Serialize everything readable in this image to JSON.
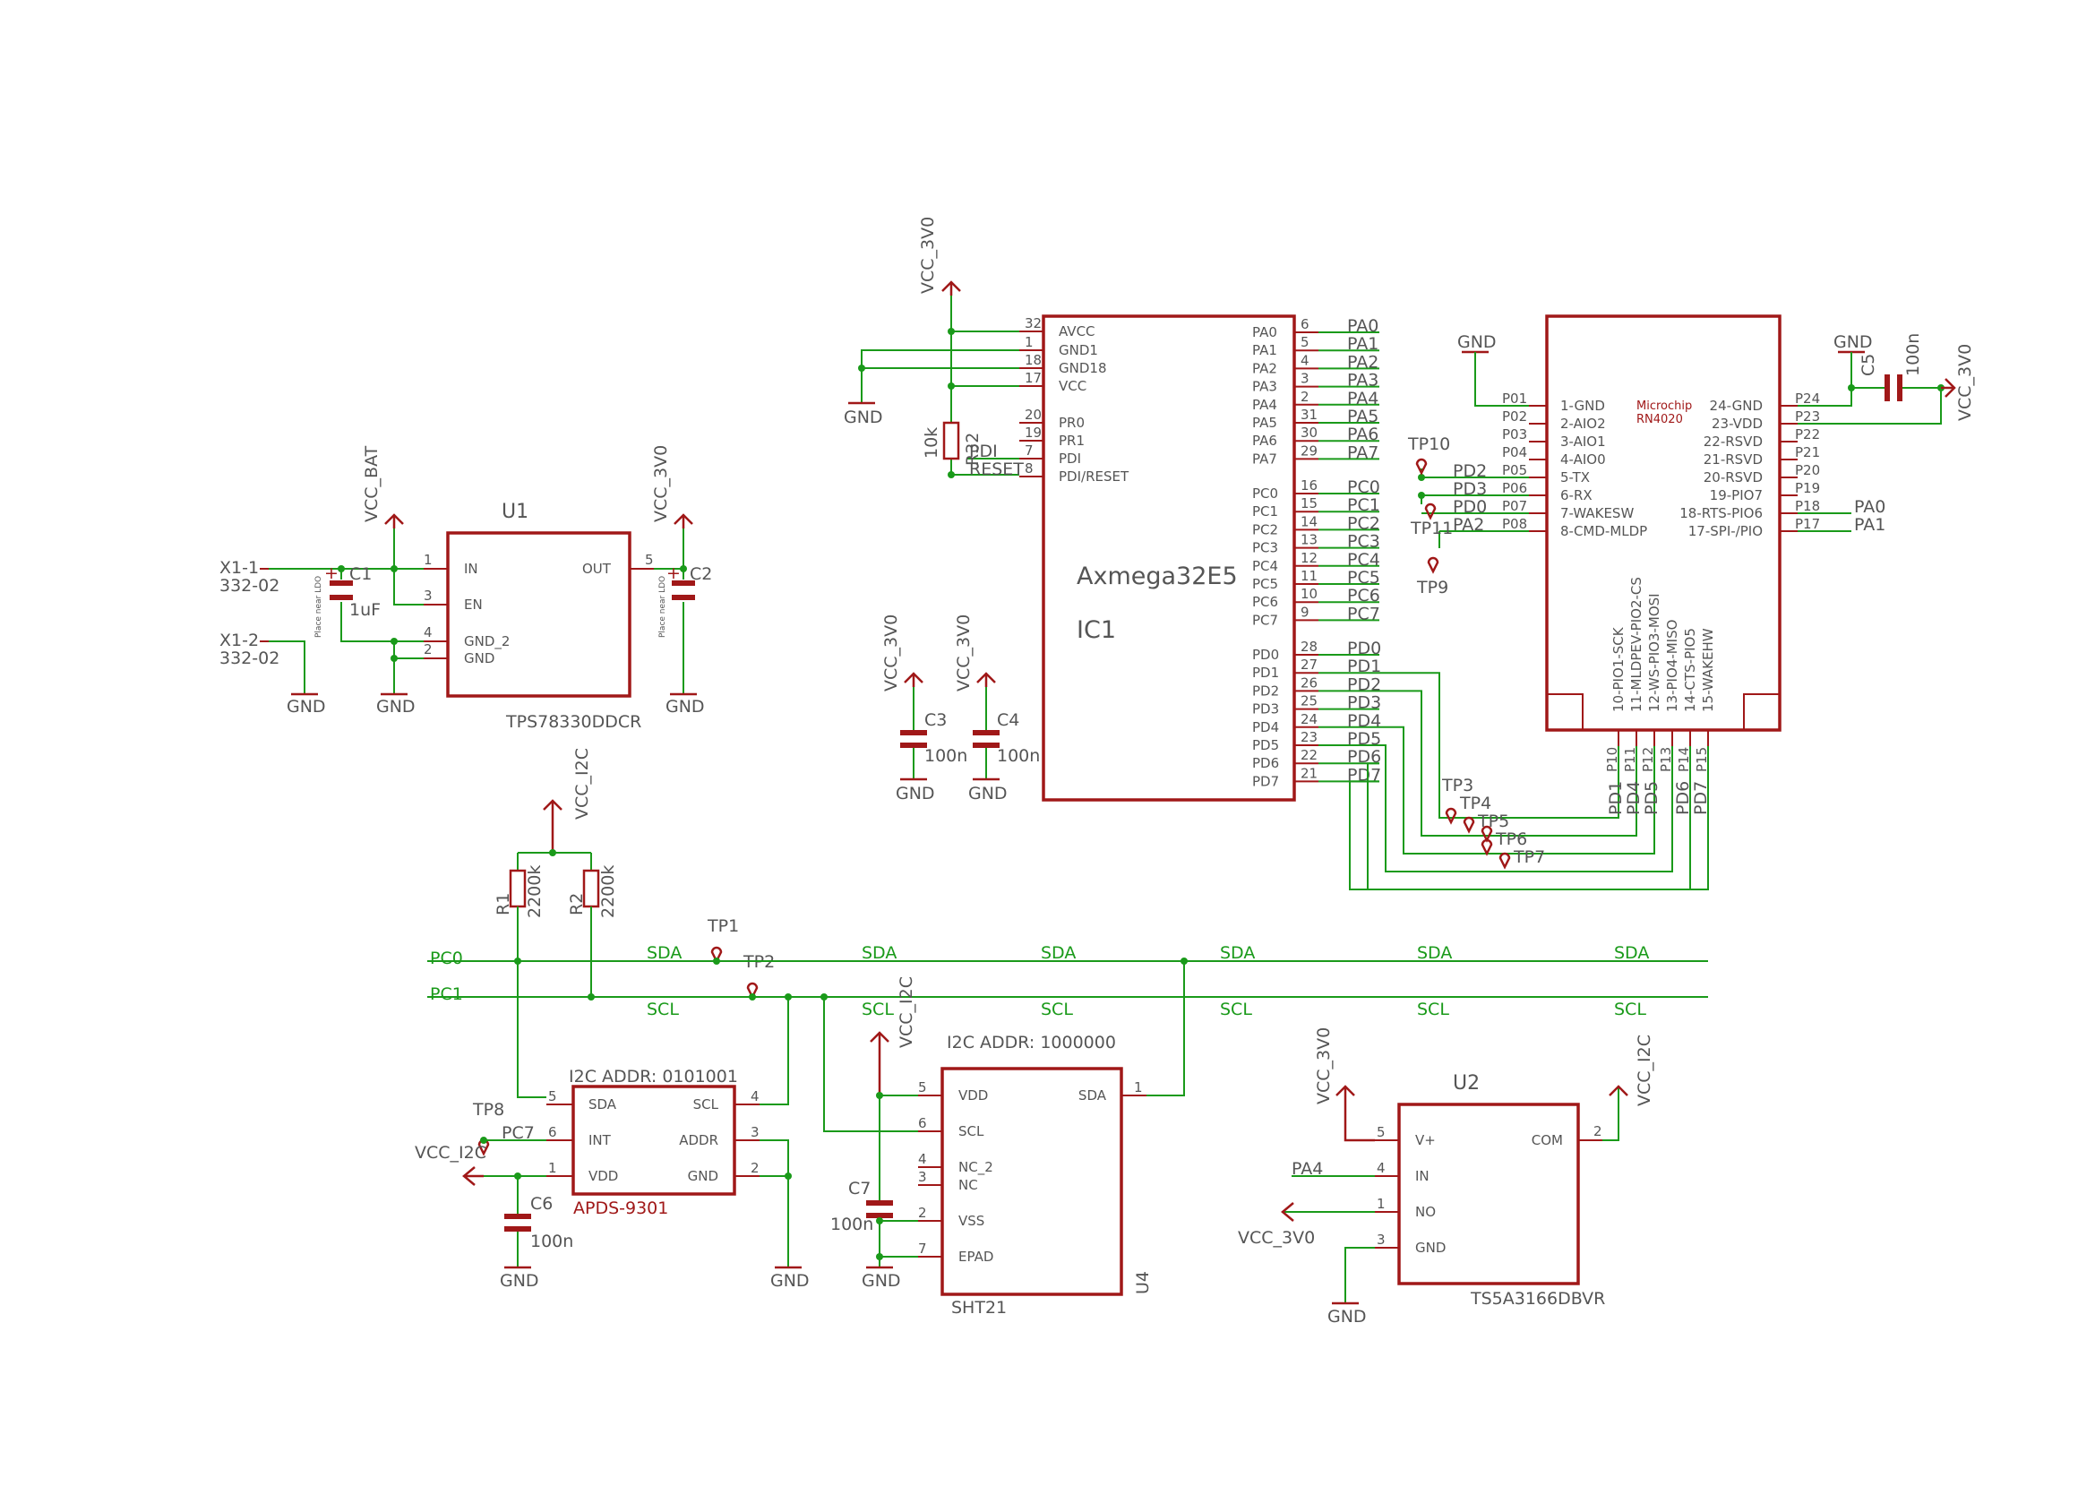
{
  "nets": {
    "vcc_bat": "VCC_BAT",
    "vcc_3v0": "VCC_3V0",
    "vcc_i2c": "VCC_I2C",
    "gnd": "GND",
    "sda": "SDA",
    "scl": "SCL",
    "pc0": "PC0",
    "pc1": "PC1",
    "pc7": "PC7",
    "pdi": "PDI",
    "reset": "RESET",
    "pa4": "PA4",
    "pa0": "PA0",
    "pa1": "PA1",
    "pd0": "PD0",
    "pd1": "PD1",
    "pd2": "PD2",
    "pd3": "PD3",
    "pd4": "PD4",
    "pd5": "PD5",
    "pd6": "PD6",
    "pd7": "PD7",
    "pa2": "PA2"
  },
  "connector": {
    "x1_1": "X1-1",
    "x1_2": "X1-2",
    "part": "332-02"
  },
  "u1": {
    "name": "U1",
    "value": "TPS78330DDCR",
    "pins": [
      "IN",
      "EN",
      "GND_2",
      "GND",
      "OUT"
    ],
    "pin_numbers": [
      "1",
      "3",
      "4",
      "2",
      "5"
    ],
    "note": "Place near LDO",
    "c1_name": "C1",
    "c1_value": "1uF",
    "c2_name": "C2"
  },
  "ic1": {
    "name": "IC1",
    "value": "Axmega32E5",
    "left_pins": [
      "AVCC",
      "GND1",
      "GND18",
      "VCC",
      "PR0",
      "PR1",
      "PDI",
      "PDI/RESET"
    ],
    "left_numbers": [
      "32",
      "1",
      "18",
      "17",
      "20",
      "19",
      "7",
      "8"
    ],
    "right_pins": [
      "PA0",
      "PA1",
      "PA2",
      "PA3",
      "PA4",
      "PA5",
      "PA6",
      "PA7",
      "PC0",
      "PC1",
      "PC2",
      "PC3",
      "PC4",
      "PC5",
      "PC6",
      "PC7",
      "PD0",
      "PD1",
      "PD2",
      "PD3",
      "PD4",
      "PD5",
      "PD6",
      "PD7"
    ],
    "right_numbers": [
      "6",
      "5",
      "4",
      "3",
      "2",
      "31",
      "30",
      "29",
      "16",
      "15",
      "14",
      "13",
      "12",
      "11",
      "10",
      "9",
      "28",
      "27",
      "26",
      "25",
      "24",
      "23",
      "22",
      "21"
    ]
  },
  "passives": {
    "r32_name": "R32",
    "r32_value": "10k",
    "c3_name": "C3",
    "c4_name": "C4",
    "c5_name": "C5",
    "c6_name": "C6",
    "c7_name": "C7",
    "cap_value": "100n",
    "r1_name": "R1",
    "r2_name": "R2",
    "pullup_value": "2200k"
  },
  "rn4020": {
    "brand": "Microchip",
    "model": "RN4020",
    "left_pins": [
      "1-GND",
      "2-AIO2",
      "3-AIO1",
      "4-AIO0",
      "5-TX",
      "6-RX",
      "7-WAKESW",
      "8-CMD-MLDP"
    ],
    "left_pads": [
      "P01",
      "P02",
      "P03",
      "P04",
      "P05",
      "P06",
      "P07",
      "P08"
    ],
    "right_pins": [
      "24-GND",
      "23-VDD",
      "22-RSVD",
      "21-RSVD",
      "20-RSVD",
      "19-PIO7",
      "18-RTS-PIO6",
      "17-SPI-/PIO"
    ],
    "right_pads": [
      "P24",
      "P23",
      "P22",
      "P21",
      "P20",
      "P19",
      "P18",
      "P17"
    ],
    "bottom_pins": [
      "10-PIO1-SCK",
      "11-MLDPEV-PIO2-CS",
      "12-WS-PIO3-MOSI",
      "13-PIO4-MISO",
      "14-CTS-PIO5",
      "15-WAKEHW"
    ],
    "bottom_pads": [
      "P10",
      "P11",
      "P12",
      "P13",
      "P14",
      "P15"
    ]
  },
  "testpoints": [
    "TP1",
    "TP2",
    "TP3",
    "TP4",
    "TP5",
    "TP6",
    "TP7",
    "TP8",
    "TP9",
    "TP10",
    "TP11"
  ],
  "apds": {
    "value": "APDS-9301",
    "addr": "I2C ADDR: 0101001",
    "left_pins": [
      "SDA",
      "INT",
      "VDD"
    ],
    "left_numbers": [
      "5",
      "6",
      "1"
    ],
    "right_pins": [
      "SCL",
      "ADDR",
      "GND"
    ],
    "right_numbers": [
      "4",
      "3",
      "2"
    ]
  },
  "sht21": {
    "name": "U4",
    "value": "SHT21",
    "addr": "I2C ADDR: 1000000",
    "pins": [
      "VDD",
      "SCL",
      "NC_2",
      "NC",
      "VSS",
      "EPAD",
      "SDA"
    ],
    "pin_numbers": [
      "5",
      "6",
      "4",
      "3",
      "2",
      "7",
      "1"
    ]
  },
  "u2": {
    "name": "U2",
    "value": "TS5A3166DBVR",
    "pins": [
      "V+",
      "IN",
      "NO",
      "GND",
      "COM"
    ],
    "pin_numbers": [
      "5",
      "4",
      "1",
      "3",
      "2"
    ]
  }
}
